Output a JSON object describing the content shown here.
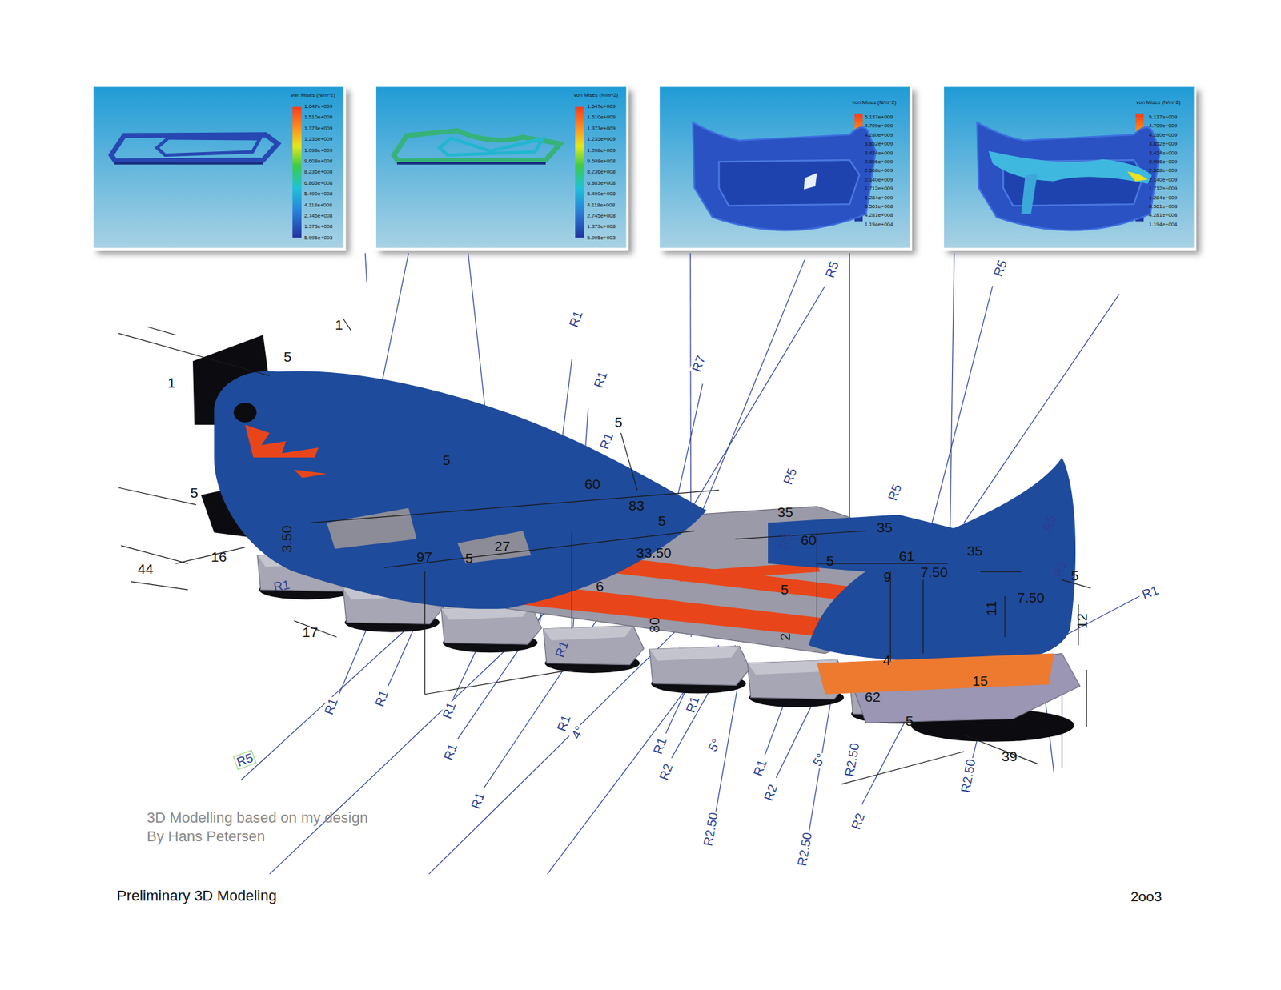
{
  "diagram": {
    "title": "Preliminary 3D Modeling",
    "caption": "3D Modelling based on my design By Hans Petersen",
    "nodes": [
      {
        "text": [
          "von Mises (N/m^2)",
          "1.647e+009",
          "1.510e+009",
          "1.373e+009",
          "1.235e+009",
          "1.098e+009",
          "9.608e+008",
          "8.236e+008",
          "6.863e+008",
          "5.490e+008",
          "4.118e+008",
          "2.745e+008",
          "1.373e+008",
          "5.995e+003"
        ]
      },
      {
        "text": [
          "von Mises (N/m^2)",
          "1.647e+009",
          "1.510e+009",
          "1.373e+009",
          "1.235e+009",
          "1.098e+009",
          "9.608e+008",
          "8.236e+008",
          "6.863e+008",
          "5.490e+008",
          "4.118e+008",
          "2.745e+008",
          "1.373e+008",
          "5.995e+003"
        ]
      },
      {
        "text": [
          "von Mises (N/m^2)",
          "5.137e+009",
          "4.709e+009",
          "4.280e+009",
          "3.852e+009",
          "3.424e+009",
          "2.996e+009",
          "2.568e+009",
          "2.140e+009",
          "1.712e+009",
          "1.284e+009",
          "8.561e+008",
          "4.281e+008",
          "1.194e+004"
        ]
      },
      {
        "text": [
          "von Mises (N/m^2)",
          "5.137e+009",
          "4.709e+009",
          "4.280e+009",
          "3.852e+009",
          "3.424e+009",
          "2.996e+009",
          "2.568e+009",
          "2.140e+009",
          "1.712e+009",
          "1.284e+009",
          "8.561e+008",
          "4.281e+008",
          "1.194e+004"
        ]
      }
    ],
    "edges": [],
    "labels": [
      "5",
      "1",
      "1",
      "5",
      "44",
      "16",
      "3.50",
      "17",
      "97",
      "5",
      "60",
      "83",
      "5",
      "5",
      "27",
      "5",
      "6",
      "33.50",
      "35",
      "60",
      "35",
      "35",
      "61",
      "5",
      "7.50",
      "9",
      "5",
      "11",
      "7.50",
      "5",
      "12",
      "15",
      "62",
      "5",
      "39",
      "4",
      "80",
      "2",
      "R1",
      "R1",
      "R7",
      "R5",
      "R5",
      "R1",
      "R5",
      "R5",
      "R5",
      "R5",
      "R1",
      "R1",
      "R1",
      "R1",
      "R1",
      "R1",
      "R1",
      "R1",
      "R1",
      "R1",
      "4°",
      "R1",
      "R2",
      "R1",
      "5°",
      "R2.50",
      "R1",
      "R2",
      "5°",
      "R2.50",
      "R2.50",
      "R2",
      "R2.50",
      "R5",
      "2oo3"
    ]
  }
}
